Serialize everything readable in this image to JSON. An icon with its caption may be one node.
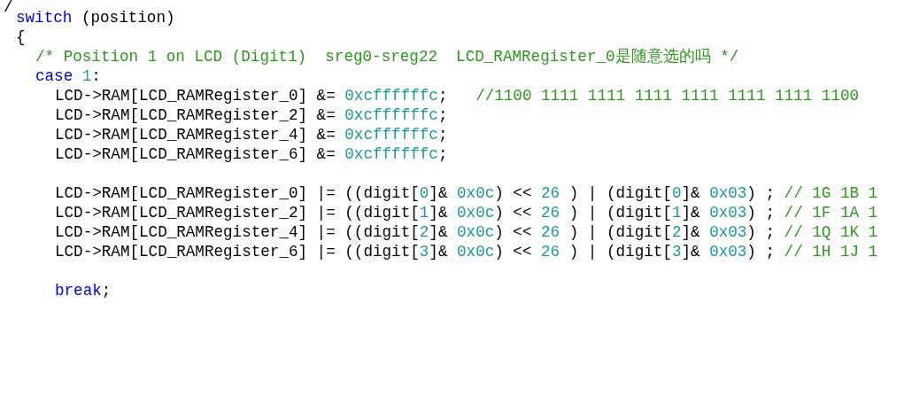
{
  "diagram": {
    "labels": [
      "/",
      "switch (position)",
      "{",
      "/* Position 1 on LCD (Digit1)  sreg0-sreg22  LCD_RAMRegister_0是随意选的吗 */",
      "case 1:",
      "LCD->RAM[LCD_RAMRegister_0] &= 0xcffffffc;   //1100 1111 1111 1111 1111 1111 1111 1100",
      "LCD->RAM[LCD_RAMRegister_2] &= 0xcffffffc;",
      "LCD->RAM[LCD_RAMRegister_4] &= 0xcffffffc;",
      "LCD->RAM[LCD_RAMRegister_6] &= 0xcffffffc;",
      "LCD->RAM[LCD_RAMRegister_0] |= ((digit[0]& 0x0c) << 26 ) | (digit[0]& 0x03) ; // 1G 1B 1",
      "LCD->RAM[LCD_RAMRegister_2] |= ((digit[1]& 0x0c) << 26 ) | (digit[1]& 0x03) ; // 1F 1A 1",
      "LCD->RAM[LCD_RAMRegister_4] |= ((digit[2]& 0x0c) << 26 ) | (digit[2]& 0x03) ; // 1Q 1K 1",
      "LCD->RAM[LCD_RAMRegister_6] |= ((digit[3]& 0x0c) << 26 ) | (digit[3]& 0x03) ; // 1H 1J 1",
      "break;"
    ]
  }
}
